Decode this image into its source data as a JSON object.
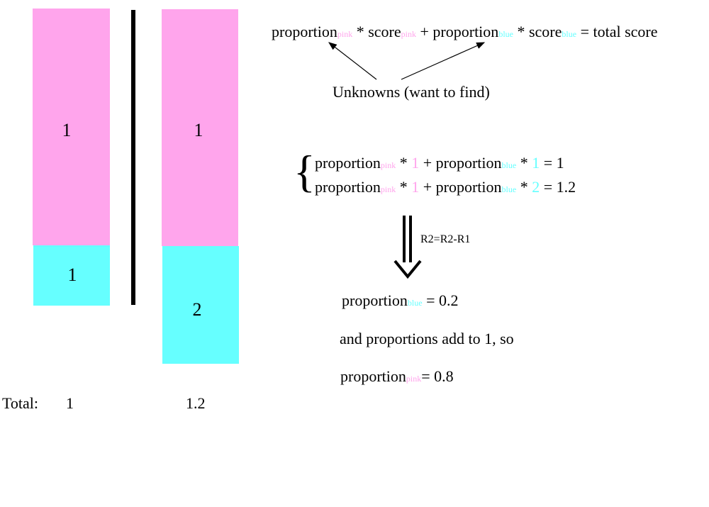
{
  "colors": {
    "pink": "#ffa5ec",
    "blue": "#66ffff",
    "divider": "#000000"
  },
  "bars": {
    "left": {
      "pink_value": "1",
      "blue_value": "1"
    },
    "right": {
      "pink_value": "1",
      "blue_value": "2"
    }
  },
  "totals": {
    "label": "Total:",
    "left": "1",
    "right": "1.2"
  },
  "formula": {
    "proportion": "proportion",
    "score": "score",
    "pink": "pink",
    "blue": "blue",
    "times": "*",
    "plus": "+",
    "equals_total": "= total score"
  },
  "unknowns_label": "Unknowns (want to find)",
  "system": {
    "row1": {
      "pink_coef": "1",
      "blue_coef": "1",
      "result": "= 1"
    },
    "row2": {
      "pink_coef": "1",
      "blue_coef": "2",
      "result": "= 1.2"
    }
  },
  "operation": "R2=R2-R1",
  "results": {
    "blue_result": "= 0.2",
    "note": "and proportions add to 1, so",
    "pink_result": "= 0.8"
  }
}
